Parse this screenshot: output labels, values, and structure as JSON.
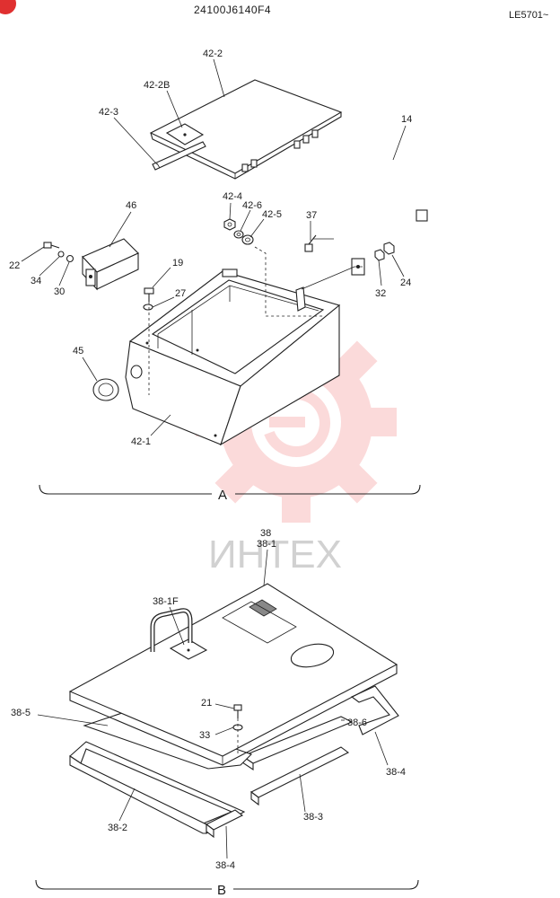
{
  "header": {
    "part_code": "24100J6140F4",
    "page_ref": "LE5701~"
  },
  "watermark": {
    "text": "ИНТЕХ",
    "color": "#f05a5a"
  },
  "section_a": {
    "title": "A",
    "labels": {
      "p42_2": "42-2",
      "p42_2b": "42-2B",
      "p42_3": "42-3",
      "p14": "14",
      "p46": "46",
      "p42_4": "42-4",
      "p42_6": "42-6",
      "p42_5": "42-5",
      "p37": "37",
      "p22": "22",
      "p34": "34",
      "p30": "30",
      "p19": "19",
      "p27": "27",
      "p32": "32",
      "p24": "24",
      "p45": "45",
      "p42_1": "42-1"
    }
  },
  "section_b": {
    "title": "B",
    "labels": {
      "p38": "38",
      "p38_1": "38-1",
      "p38_1f": "38-1F",
      "p21": "21",
      "p33": "33",
      "p38_5": "38-5",
      "p38_6": "38-6",
      "p38_4a": "38-4",
      "p38_3": "38-3",
      "p38_2": "38-2",
      "p38_4b": "38-4"
    }
  }
}
